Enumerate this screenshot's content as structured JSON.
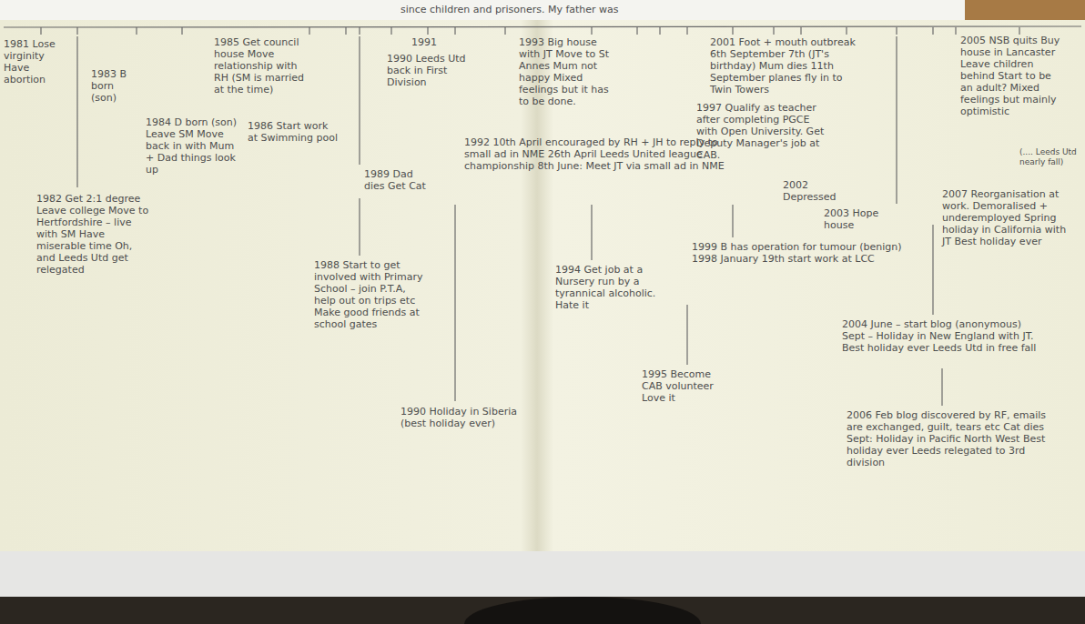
{
  "diagram": {
    "labels": [
      "since children and prisoners. My father was",
      "1981 Lose virginity Have abortion",
      "1983 B born (son)",
      "1982 Get 2:1 degree Leave college Move to Hertfordshire – live with SM Have miserable time Oh, and Leeds Utd get relegated",
      "1985 Get council house Move relationship with RH (SM is married at the time)",
      "1984 D born (son) Leave SM Move back in with Mum + Dad things look up",
      "1986 Start work at Swimming pool",
      "1989 Dad dies Get Cat",
      "1988 Start to get involved with Primary School – join P.T.A, help out on trips etc Make good friends at school gates",
      "1991",
      "1990 Leeds Utd back in First Division",
      "1990 Holiday in Siberia (best holiday ever)",
      "1993 Big house with JT Move to St Annes Mum not happy Mixed feelings but it has to be done.",
      "1992 10th April encouraged by RH + JH to reply to small ad in NME 26th April Leeds United league championship 8th June: Meet JT via small ad in NME",
      "1994 Get job at a Nursery run by a tyrannical alcoholic. Hate it",
      "1995 Become CAB volunteer Love it",
      "1997 Qualify as teacher after completing PGCE with Open University. Get Deputy Manager's job at CAB.",
      "1999 B has operation for tumour (benign) 1998 January 19th start work at LCC",
      "2001 Foot + mouth outbreak 6th September 7th (JT's birthday) Mum dies 11th September planes fly in to Twin Towers",
      "2002 Depressed",
      "2003 Hope house",
      "2004 June – start blog (anonymous) Sept – Holiday in New England with JT. Best holiday ever Leeds Utd in free fall",
      "2005 NSB quits Buy house in Lancaster Leave children behind Start to be an adult? Mixed feelings but mainly optimistic",
      "(.... Leeds Utd nearly fall)",
      "2007 Reorganisation at work. Demoralised + underemployed Spring holiday in California with JT Best holiday ever",
      "2006 Feb blog discovered by RF, emails are exchanged, guilt, tears etc Cat dies Sept: Holiday in Pacific North West Best holiday ever Leeds relegated to 3rd division"
    ]
  }
}
